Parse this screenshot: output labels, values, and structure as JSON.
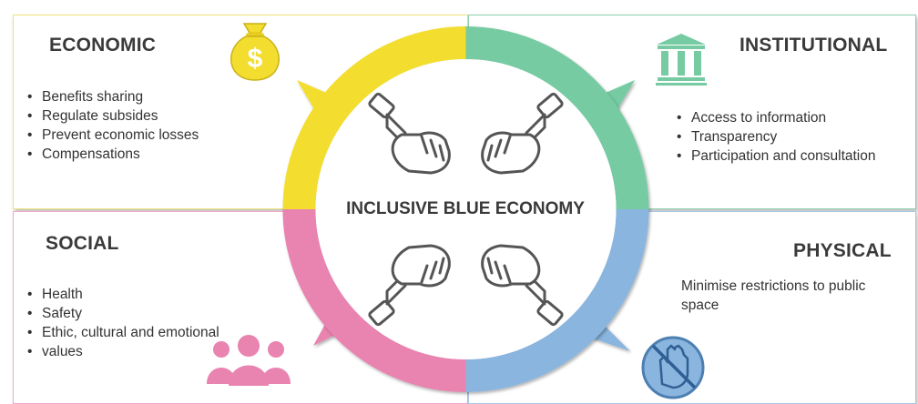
{
  "center_title": "INCLUSIVE BLUE ECONOMY",
  "colors": {
    "economic": "#f3dd2e",
    "institutional": "#76cba3",
    "social": "#e983b0",
    "physical": "#8ab5de",
    "icon_gray": "#555555"
  },
  "panels": {
    "economic": {
      "title": "ECONOMIC",
      "icon": "money-bag-dollar-icon",
      "items": [
        "Benefits sharing",
        "Regulate  subsides",
        "Prevent  economic losses",
        "Compensations"
      ]
    },
    "institutional": {
      "title": "INSTITUTIONAL",
      "icon": "institution-building-icon",
      "items": [
        "Access  to  information",
        "Transparency",
        "Participation  and  consultation"
      ]
    },
    "social": {
      "title": "SOCIAL",
      "icon": "people-group-icon",
      "items": [
        "Health",
        "Safety",
        "Ethic,  cultural  and  emotional",
        "values"
      ]
    },
    "physical": {
      "title": "PHYSICAL",
      "icon": "no-hand-icon",
      "text_line1": "Minimise  restrictions  to  public",
      "text_line2": "space"
    }
  },
  "center_icons": [
    "fist-top-left-icon",
    "fist-top-right-icon",
    "fist-bottom-left-icon",
    "fist-bottom-right-icon"
  ]
}
